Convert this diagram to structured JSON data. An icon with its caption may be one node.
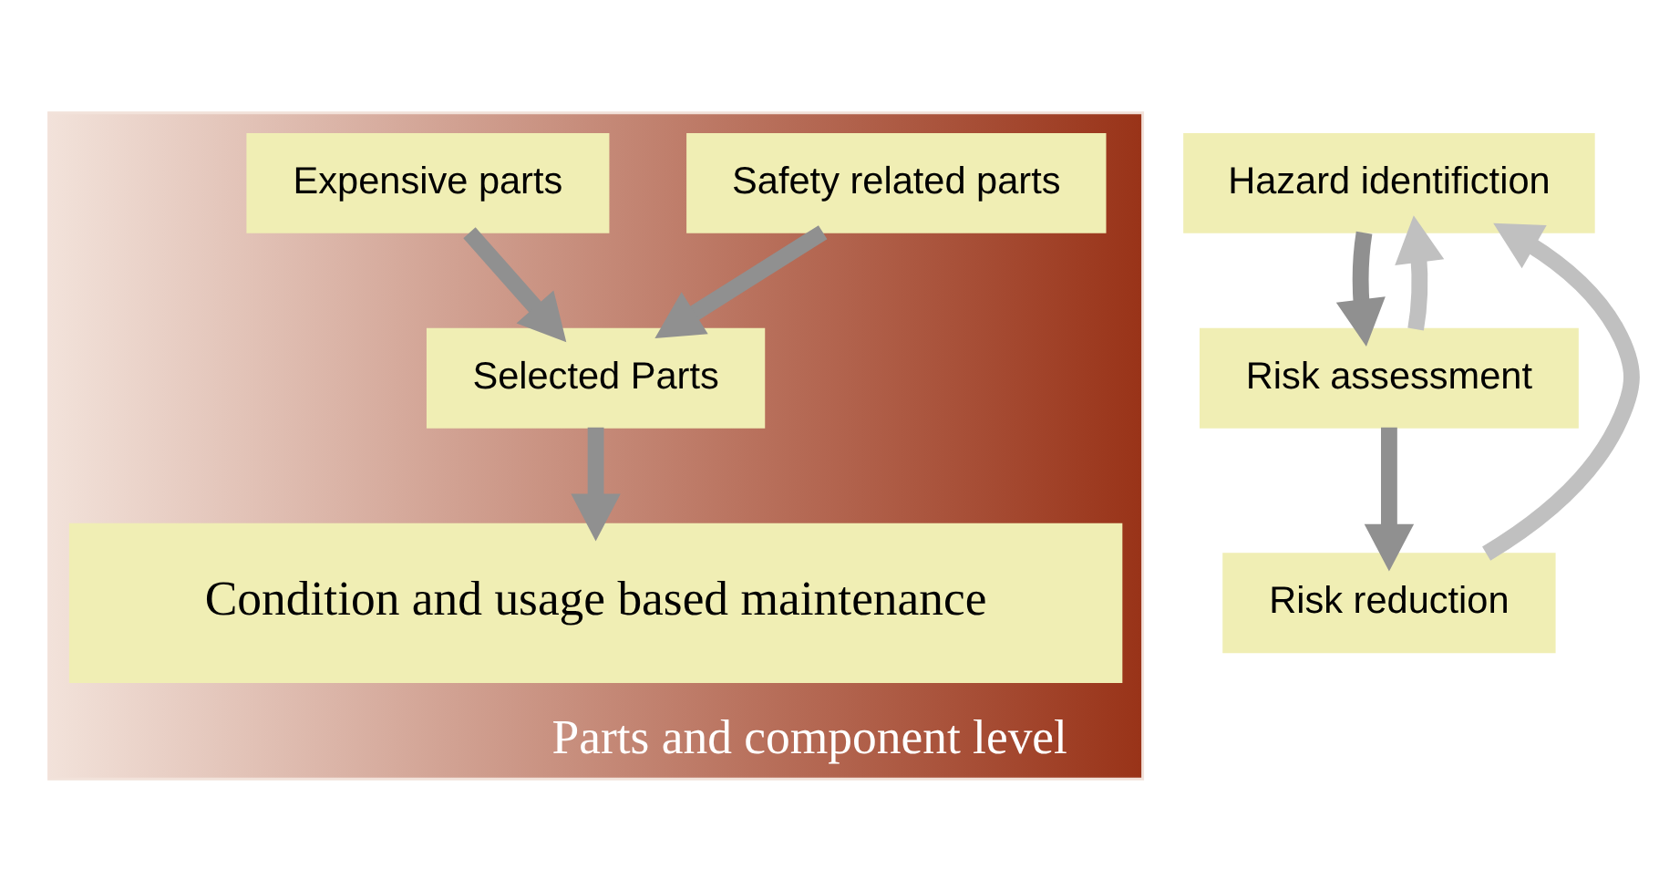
{
  "diagram": {
    "nodes": [
      {
        "text": [
          "Parts and component level"
        ]
      },
      {
        "text": [
          "Safety related parts"
        ],
        "in": 0
      },
      {
        "text": [
          "Expensive parts"
        ],
        "in": 0
      },
      {
        "text": [
          "Selected Parts"
        ],
        "in": 0
      },
      {
        "text": [
          "Condition and usage based maintenance"
        ],
        "in": 0
      },
      {
        "text": [
          "Hazard identifiction"
        ]
      },
      {
        "text": [
          "Risk assessment"
        ]
      },
      {
        "text": [
          "Risk reduction"
        ]
      }
    ],
    "edges": [
      {
        "from": 1,
        "to": 3,
        "arrow": "to"
      },
      {
        "from": 2,
        "to": 3,
        "arrow": "to"
      },
      {
        "from": 3,
        "to": 4,
        "arrow": "to"
      },
      {
        "from": 5,
        "to": 6,
        "arrow": "to"
      },
      {
        "from": 6,
        "to": 7,
        "arrow": "to"
      },
      {
        "from": 6,
        "to": 5,
        "arrow": "to",
        "color": "#c0c0c0"
      },
      {
        "from": 7,
        "to": 5,
        "arrow": "to",
        "color": "#c0c0c0"
      }
    ]
  }
}
